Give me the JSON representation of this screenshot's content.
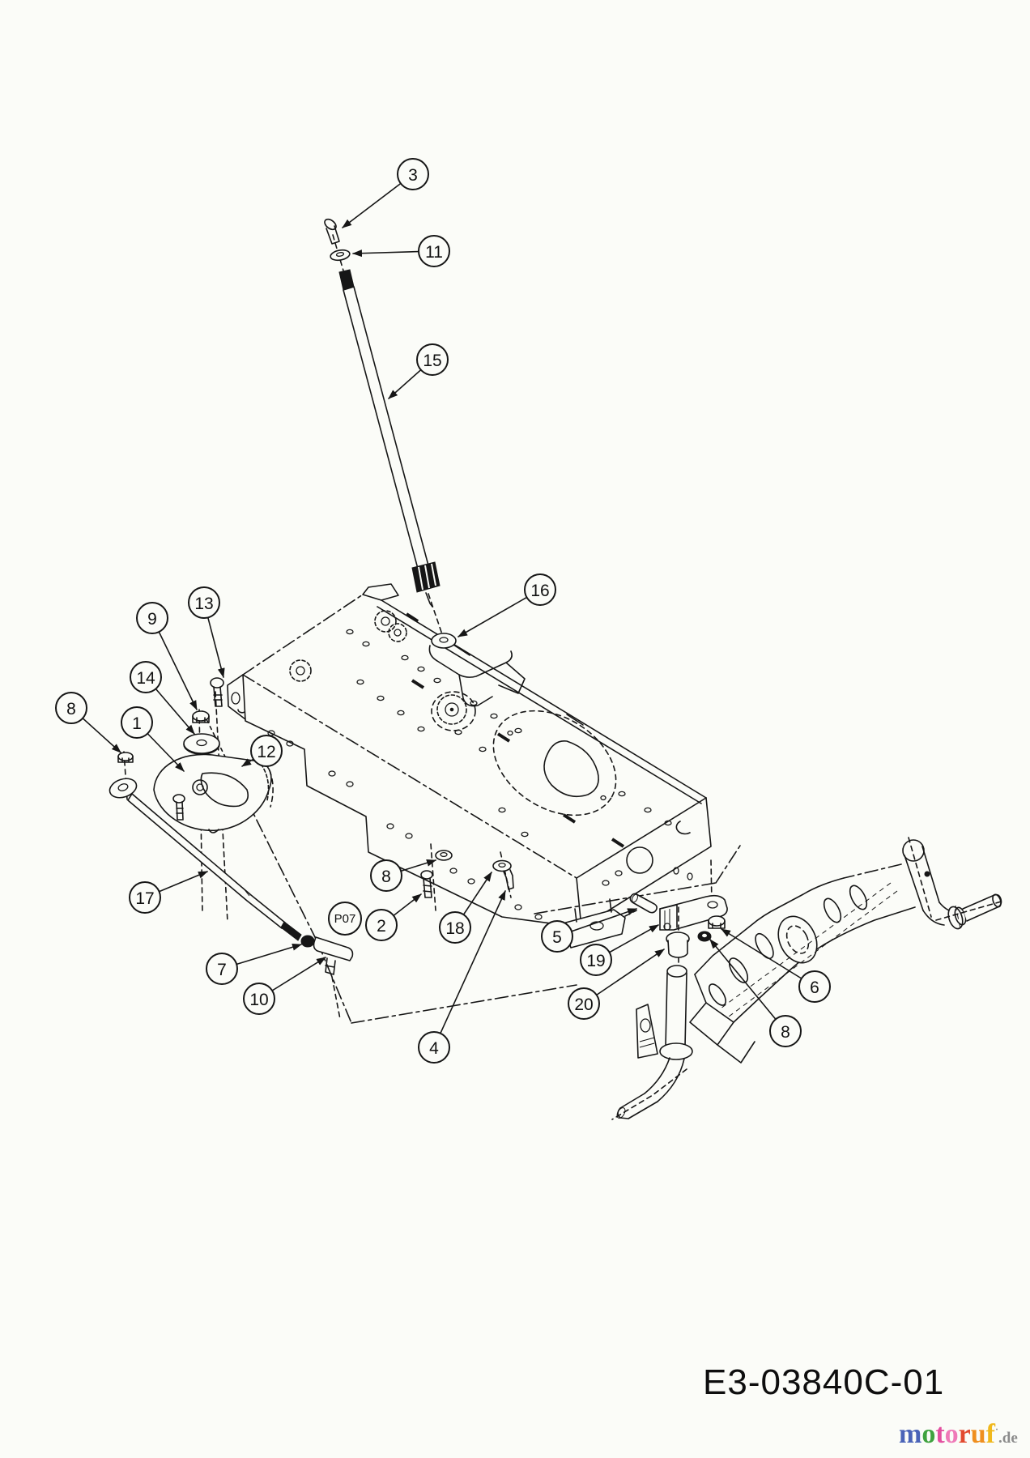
{
  "diagram": {
    "part_code": "E3-03840C-01",
    "inline_label": "P07",
    "callouts": [
      {
        "label": "3"
      },
      {
        "label": "11"
      },
      {
        "label": "15"
      },
      {
        "label": "16"
      },
      {
        "label": "13"
      },
      {
        "label": "9"
      },
      {
        "label": "14"
      },
      {
        "label": "8"
      },
      {
        "label": "1"
      },
      {
        "label": "12"
      },
      {
        "label": "17"
      },
      {
        "label": "8"
      },
      {
        "label": "2"
      },
      {
        "label": "18"
      },
      {
        "label": "4"
      },
      {
        "label": "7"
      },
      {
        "label": "10"
      },
      {
        "label": "5"
      },
      {
        "label": "19"
      },
      {
        "label": "20"
      },
      {
        "label": "6"
      },
      {
        "label": "8"
      }
    ]
  },
  "logo": {
    "letters": [
      {
        "ch": "m",
        "color": "#4a63b8"
      },
      {
        "ch": "o",
        "color": "#3fa23f"
      },
      {
        "ch": "t",
        "color": "#e34fa0"
      },
      {
        "ch": "o",
        "color": "#ef7ab8"
      },
      {
        "ch": "r",
        "color": "#e2492f"
      },
      {
        "ch": "u",
        "color": "#ef8f1f"
      },
      {
        "ch": "f",
        "color": "#f0b81c"
      }
    ],
    "mark": "·",
    "suffix": ".de",
    "suffix_color": "#8c8c8c"
  },
  "colors": {
    "line": "#161616",
    "background": "#fbfcf8"
  }
}
